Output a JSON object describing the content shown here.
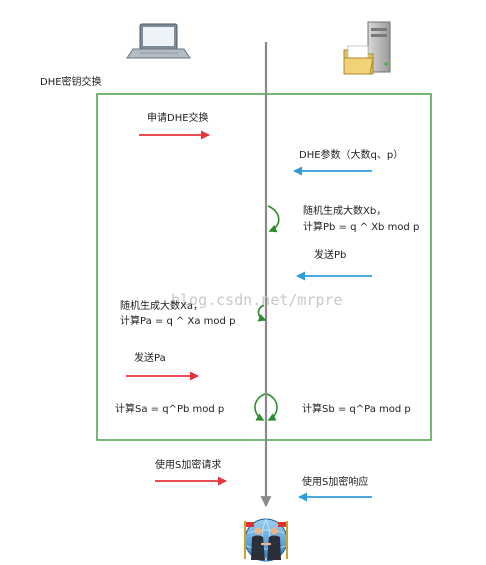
{
  "section_label": "DHE密钥交换",
  "steps": {
    "client_request": "申请DHE交换",
    "server_params": "DHE参数（大数q、p）",
    "server_random_line1": "随机生成大数Xb，",
    "server_random_line2": "计算Pb = q ^ Xb mod p",
    "server_send": "发送Pb",
    "client_random_line1": "随机生成大数Xa，",
    "client_random_line2": "计算Pa = q ^ Xa mod p",
    "client_send": "发送Pa",
    "client_compute": "计算Sa = q^Pb mod p",
    "server_compute": "计算Sb = q^Pa mod p",
    "client_encrypted_request": "使用S加密请求",
    "server_encrypted_response": "使用S加密响应"
  },
  "watermark": "blog.csdn.net/mrpre",
  "icons": {
    "client": "laptop-icon",
    "server": "server-folder-icon",
    "result": "handshake-globe-icon"
  },
  "colors": {
    "frame": "#3d9a3d",
    "arrow_client": "#e8323c",
    "arrow_server": "#2f9bdc",
    "timeline": "#8a8a8a",
    "curl": "#2e8b2e"
  }
}
